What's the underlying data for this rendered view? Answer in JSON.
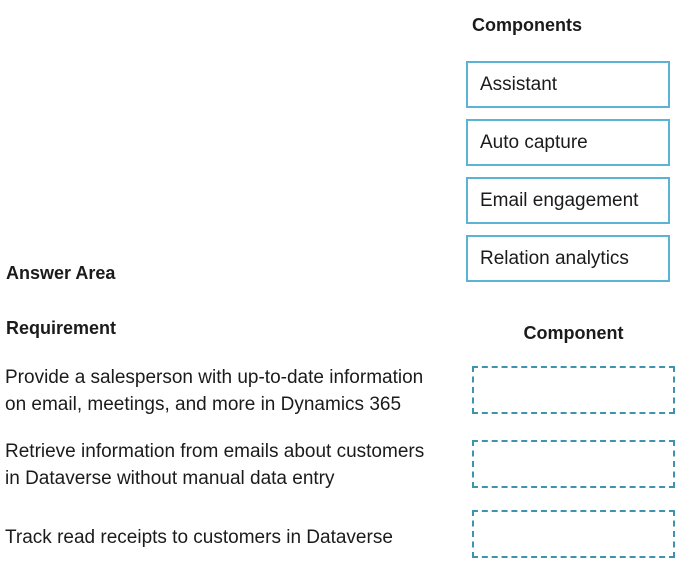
{
  "colors": {
    "component_box_border": "#5bb4d5",
    "drop_target_border": "#3e93ad",
    "text": "#1b1b1b",
    "background": "#ffffff"
  },
  "components_panel": {
    "title": "Components",
    "items": [
      {
        "label": "Assistant"
      },
      {
        "label": "Auto capture"
      },
      {
        "label": "Email engagement"
      },
      {
        "label": "Relation analytics"
      }
    ]
  },
  "answer_area": {
    "title": "Answer Area",
    "requirement_header": "Requirement",
    "component_header": "Component",
    "rows": [
      {
        "requirement": "Provide a salesperson with up-to-date information\non email, meetings, and more in Dynamics 365",
        "component_value": ""
      },
      {
        "requirement": "Retrieve information from emails about customers\nin Dataverse without manual data entry",
        "component_value": ""
      },
      {
        "requirement": "Track read receipts to customers in Dataverse",
        "component_value": ""
      }
    ]
  }
}
